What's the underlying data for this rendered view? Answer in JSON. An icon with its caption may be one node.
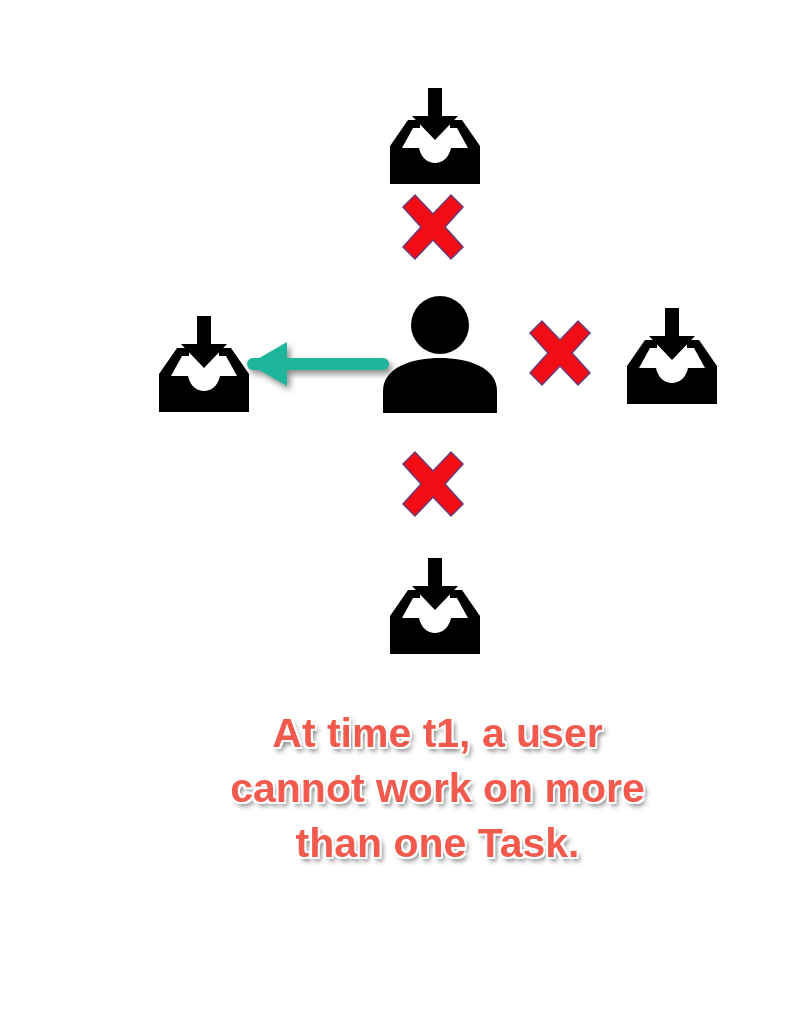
{
  "diagram": {
    "caption": "At time t1, a user cannot work on more than one Task.",
    "nodes": [
      {
        "text": [],
        "shape": "picture"
      },
      {
        "text": [],
        "shape": "picture"
      },
      {
        "text": [],
        "shape": "person"
      },
      {
        "text": [],
        "shape": "picture"
      },
      {
        "text": [],
        "shape": "picture"
      }
    ],
    "edges": [
      {
        "from": 2,
        "to": 1,
        "arrow": "to",
        "color": "#1fb59a"
      }
    ]
  }
}
